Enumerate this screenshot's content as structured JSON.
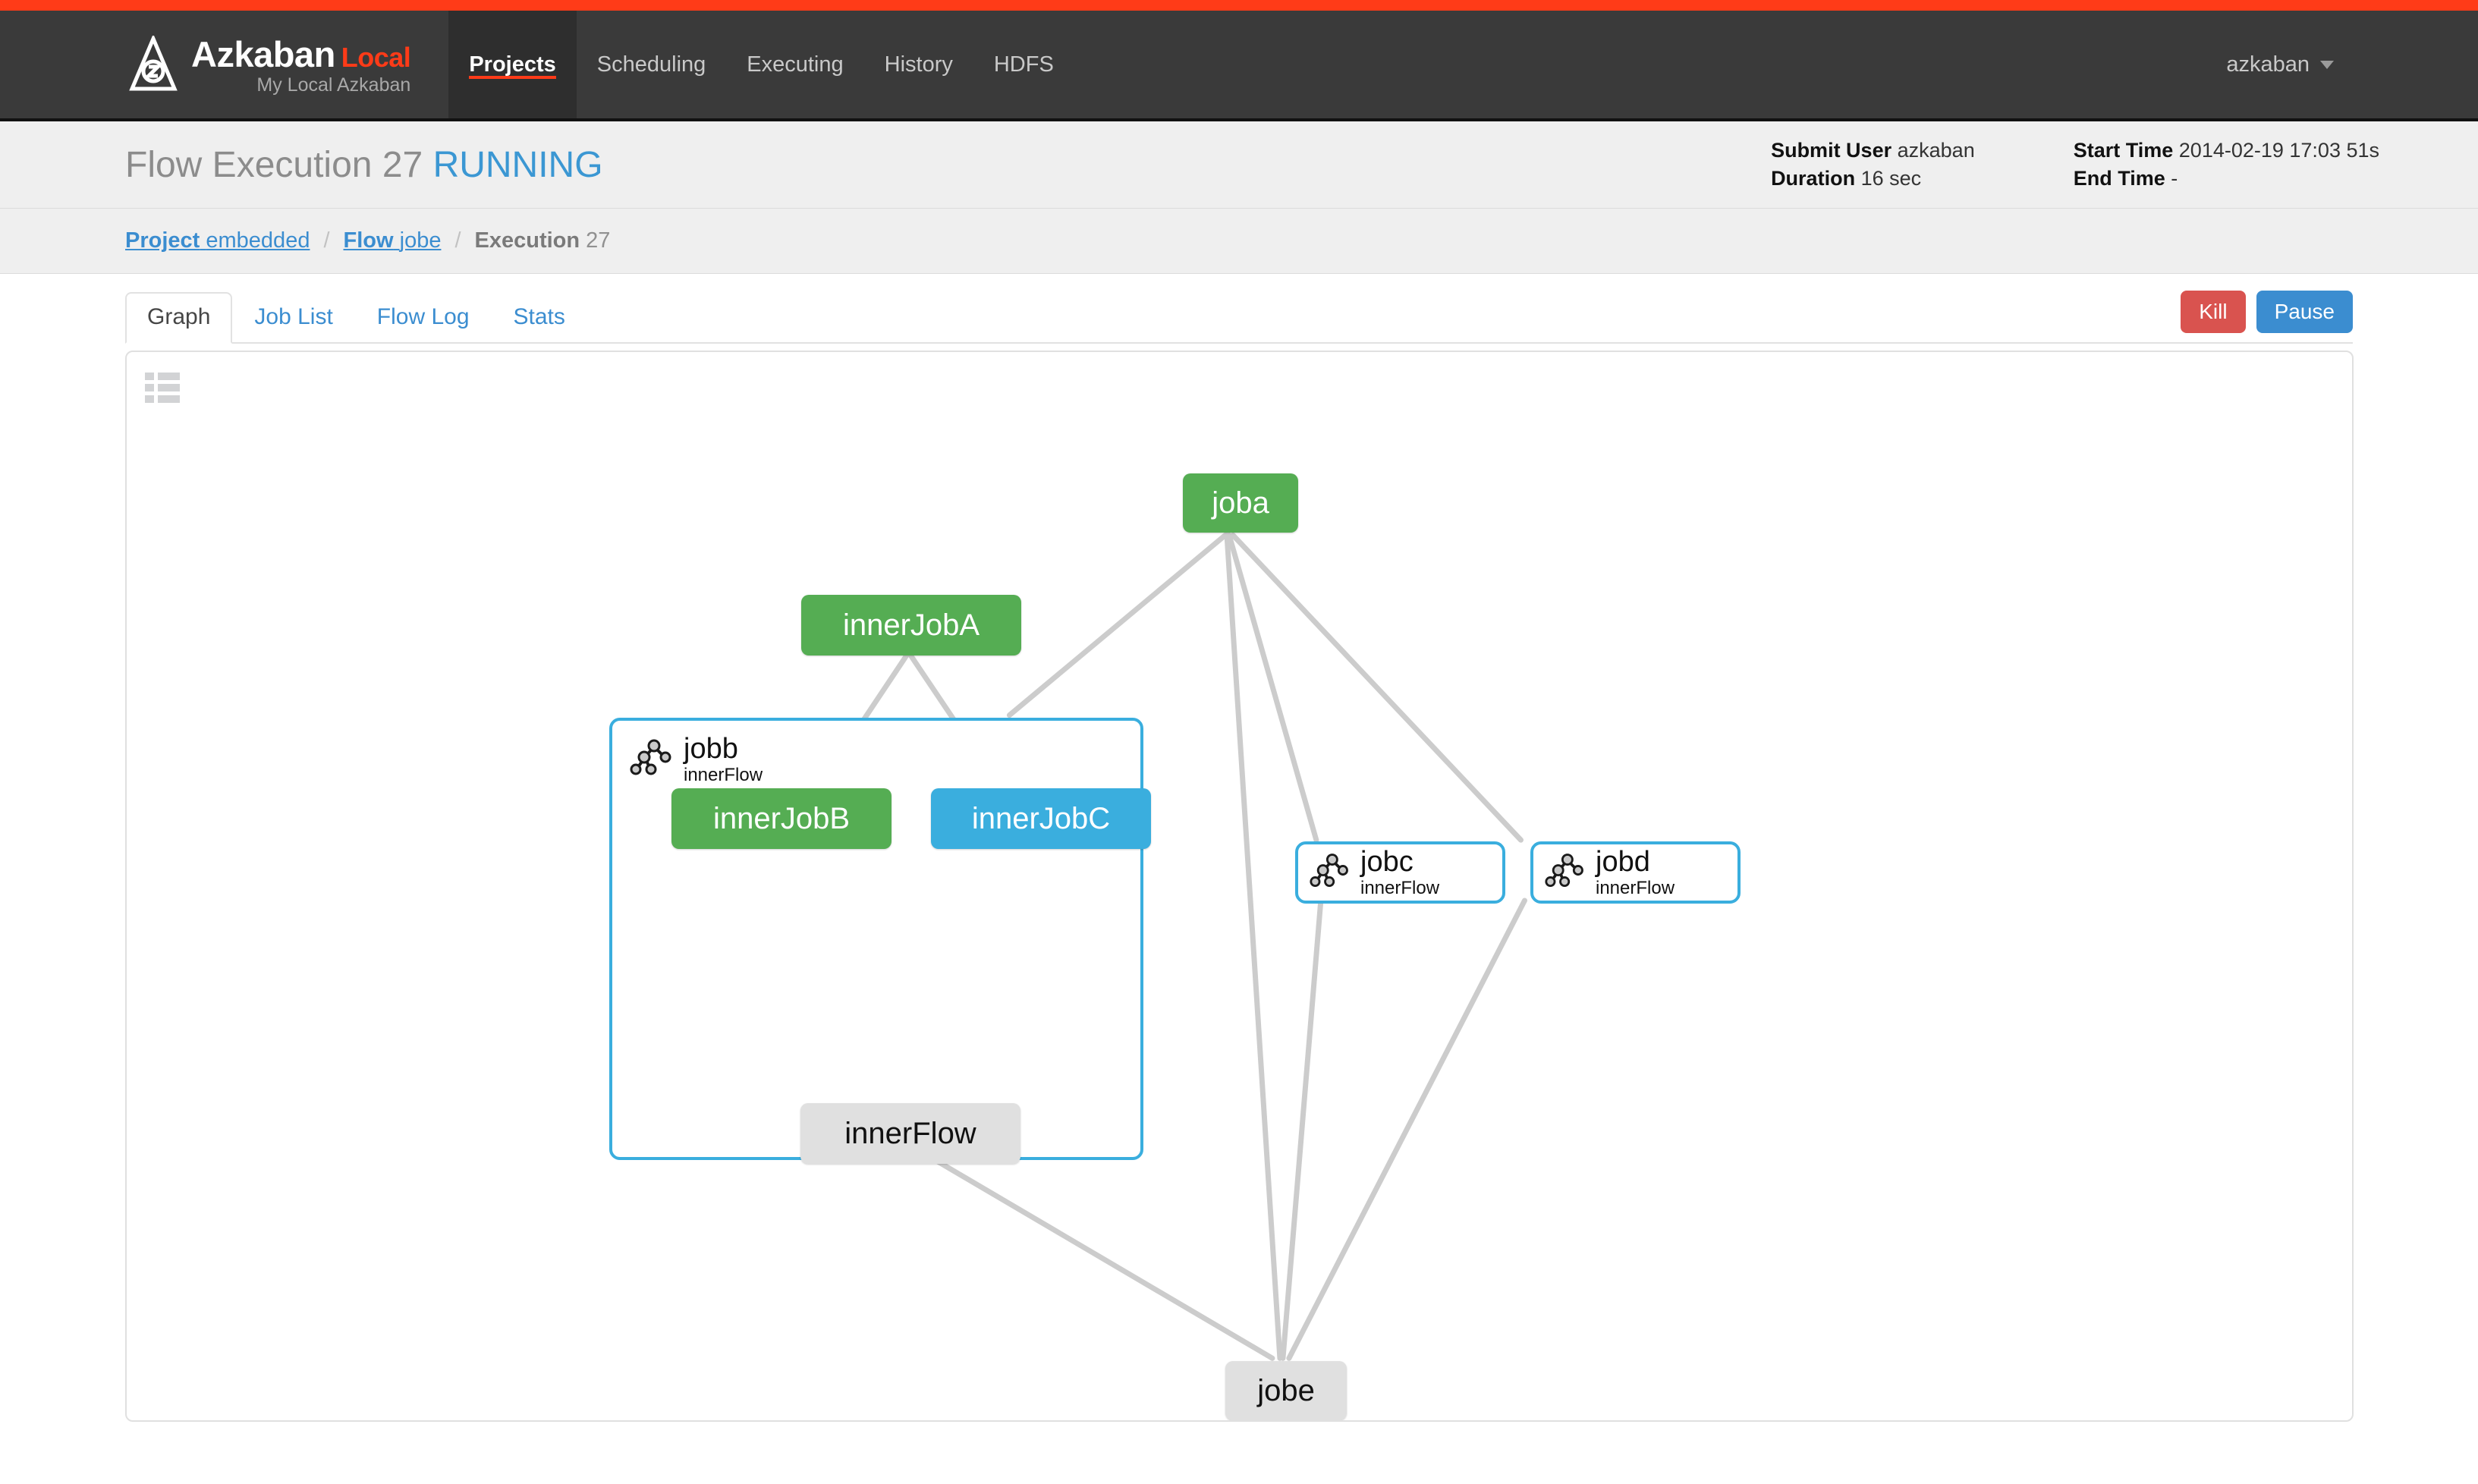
{
  "topbar": {
    "accent_color": "#ff3b18"
  },
  "nav": {
    "brand": {
      "name": "Azkaban",
      "suffix": "Local",
      "subtitle": "My Local Azkaban",
      "logo_icon": "azkaban-logo-icon"
    },
    "items": [
      {
        "label": "Projects",
        "active": true
      },
      {
        "label": "Scheduling",
        "active": false
      },
      {
        "label": "Executing",
        "active": false
      },
      {
        "label": "History",
        "active": false
      },
      {
        "label": "HDFS",
        "active": false
      }
    ],
    "user": {
      "label": "azkaban",
      "caret_icon": "chevron-down-icon"
    }
  },
  "execution": {
    "title_prefix": "Flow Execution",
    "id": "27",
    "status": "RUNNING",
    "status_color": "#3b97d3",
    "meta": {
      "submit_user_label": "Submit User",
      "submit_user_value": "azkaban",
      "duration_label": "Duration",
      "duration_value": "16 sec",
      "start_time_label": "Start Time",
      "start_time_value": "2014-02-19 17:03 51s",
      "end_time_label": "End Time",
      "end_time_value": "-"
    }
  },
  "breadcrumb": {
    "project_label": "Project",
    "project_value": "embedded",
    "flow_label": "Flow",
    "flow_value": "jobe",
    "execution_label": "Execution",
    "execution_value": "27",
    "separator": "/"
  },
  "tabs": [
    {
      "label": "Graph",
      "active": true
    },
    {
      "label": "Job List",
      "active": false
    },
    {
      "label": "Flow Log",
      "active": false
    },
    {
      "label": "Stats",
      "active": false
    }
  ],
  "actions": {
    "kill_label": "Kill",
    "kill_color": "#d9534f",
    "pause_label": "Pause",
    "pause_color": "#3b8dd0"
  },
  "graph": {
    "panel_menu_icon": "list-menu-icon",
    "status_colors": {
      "succeeded": "#55ad53",
      "running": "#3aaede",
      "ready": "#e0e0e0"
    },
    "nodes": {
      "joba": {
        "label": "joba",
        "status": "succeeded"
      },
      "jobb": {
        "label": "jobb",
        "sub": "innerFlow",
        "status": "running",
        "type": "expanded-flow",
        "icon": "flow-tree-icon"
      },
      "innerJobA": {
        "label": "innerJobA",
        "status": "succeeded"
      },
      "innerJobB": {
        "label": "innerJobB",
        "status": "succeeded"
      },
      "innerJobC": {
        "label": "innerJobC",
        "status": "running"
      },
      "innerFlow": {
        "label": "innerFlow",
        "status": "ready"
      },
      "jobc": {
        "label": "jobc",
        "sub": "innerFlow",
        "status": "running",
        "type": "collapsed-flow",
        "icon": "flow-tree-icon"
      },
      "jobd": {
        "label": "jobd",
        "sub": "innerFlow",
        "status": "running",
        "type": "collapsed-flow",
        "icon": "flow-tree-icon"
      },
      "jobe": {
        "label": "jobe",
        "status": "ready"
      }
    },
    "edges": [
      {
        "from": "joba",
        "to": "jobb"
      },
      {
        "from": "joba",
        "to": "jobc"
      },
      {
        "from": "joba",
        "to": "jobd"
      },
      {
        "from": "joba",
        "to": "jobe"
      },
      {
        "from": "innerJobA",
        "to": "innerJobB"
      },
      {
        "from": "innerJobA",
        "to": "innerJobC"
      },
      {
        "from": "innerJobB",
        "to": "innerFlow"
      },
      {
        "from": "innerJobC",
        "to": "innerFlow"
      },
      {
        "from": "jobb",
        "to": "jobe"
      },
      {
        "from": "jobc",
        "to": "jobe"
      },
      {
        "from": "jobd",
        "to": "jobe"
      }
    ]
  }
}
